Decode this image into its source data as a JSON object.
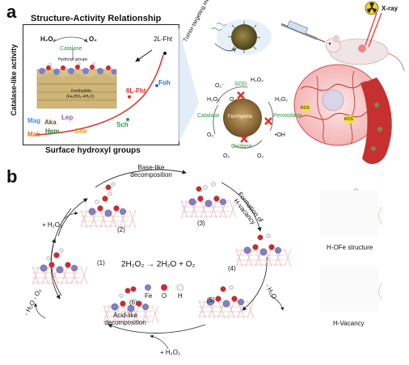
{
  "panel_a": {
    "letter": "a",
    "title": "Structure-Activity Relationship",
    "y_axis": "Catalase-like activity",
    "x_axis": "Surface hydroxyl groups",
    "inset": {
      "h2o2": "H₂O₂",
      "catalase": "Catalase",
      "o2": "O₂",
      "hydroxyl": "Hydroxyl groups",
      "ferrihydrite": "Ferrihydrite",
      "formula": "(Fe₅HO₈·4H₂O)"
    },
    "minerals": {
      "fht2l": "2L-Fht",
      "fht6l": "6L-Fht",
      "foh": "Foh",
      "sch": "Sch",
      "mag": "Mag",
      "aka": "Aka",
      "lep": "Lep",
      "mah": "Mah",
      "hem": "Hem",
      "goe": "Goe"
    },
    "colors": {
      "fht2l": "#111111",
      "fht6l": "#e0302a",
      "foh": "#2f6fd6",
      "sch": "#2e9a3c",
      "mag": "#3a8fd8",
      "aka": "#7a4a2a",
      "lep": "#8a4fc8",
      "mah": "#e06a1a",
      "hem": "#2d7a3a",
      "goe": "#c8a21a",
      "curve": "#e0302a"
    },
    "tumor_text": "Tumor-targeting modification",
    "xray": "X-ray",
    "cycle": {
      "center": "Ferrihydrite",
      "sod": "SOD",
      "catalase": "Catalase",
      "peroxidase": "Peroxidase",
      "oxidase": "Oxidase",
      "h2o2_a": "H₂O₂",
      "h2o2_b": "H₂O₂",
      "h2o2_c": "H₂O₂",
      "o2_a": "O₂",
      "o2_b": "O₂",
      "o2_c": "O₂",
      "o2_d": "O₂",
      "o2_e": "O₂",
      "o2_sup": "O₂⁻",
      "oh": "•OH"
    },
    "ros": "ROS"
  },
  "panel_b": {
    "letter": "b",
    "base_like": "Base-like decomposition",
    "formation": "Formation of H-vacancy",
    "acid_like": "Acid-like decomposition",
    "plus_h2o2_top": "+ H₂O₂",
    "plus_h2o2_bottom": "+ H₂O₂",
    "minus_h2o": "- H₂O",
    "minus_h2o_o2": "- H₂O - O₂",
    "equation": "2H₂O₂ → 2H₂O + O₂",
    "steps": [
      "(1)",
      "(2)",
      "(3)",
      "(4)",
      "(5)",
      "(6)"
    ],
    "legend": {
      "fe": "Fe",
      "o": "O",
      "h": "H"
    },
    "structure1": "H-OFe structure",
    "structure2": "H-Vacancy",
    "colors": {
      "fe": "#7f7fc9",
      "o": "#d8262b",
      "h": "#f2f2f2",
      "lattice": "#e8a8a8"
    }
  }
}
